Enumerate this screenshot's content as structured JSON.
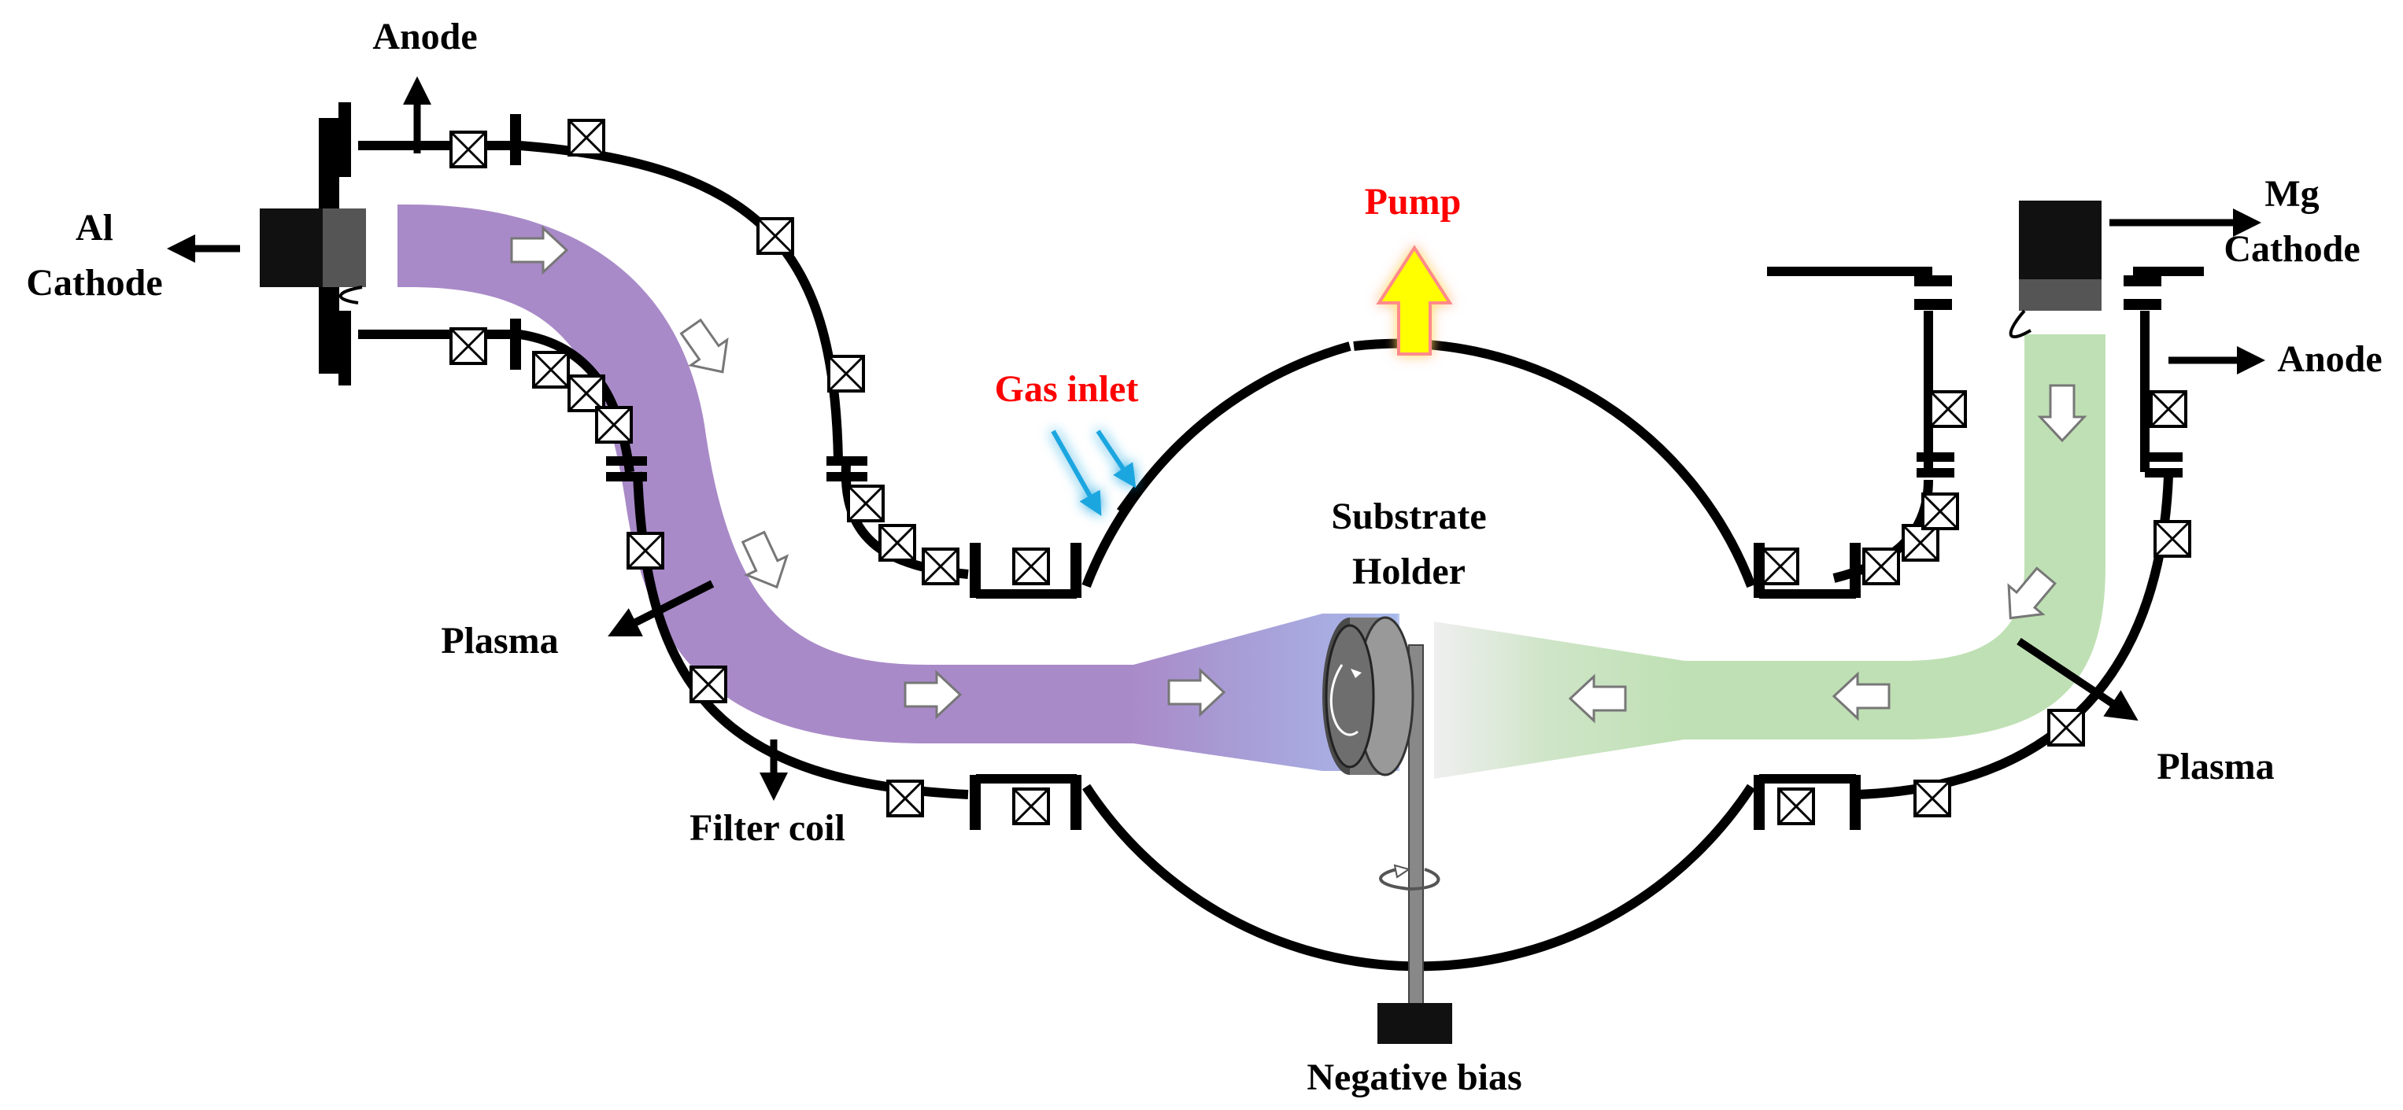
{
  "labels": {
    "anode_left": "Anode",
    "al_cathode_line1": "Al",
    "al_cathode_line2": "Cathode",
    "plasma_left": "Plasma",
    "filter_coil": "Filter coil",
    "gas_inlet": "Gas inlet",
    "pump": "Pump",
    "substrate_line1": "Substrate",
    "substrate_line2": "Holder",
    "negative_bias": "Negative bias",
    "mg_cathode_line1": "Mg",
    "mg_cathode_line2": "Cathode",
    "anode_right": "Anode",
    "plasma_right": "Plasma"
  },
  "colors": {
    "al_plasma": "#a98ac8",
    "mg_plasma": "#bfe0b4",
    "gas_inlet_arrow": "#1aa6e0",
    "pump_arrow": "#ffff00",
    "pump_glow": "#ff8a8a",
    "label_red": "#ff0000",
    "wall": "#000000"
  }
}
